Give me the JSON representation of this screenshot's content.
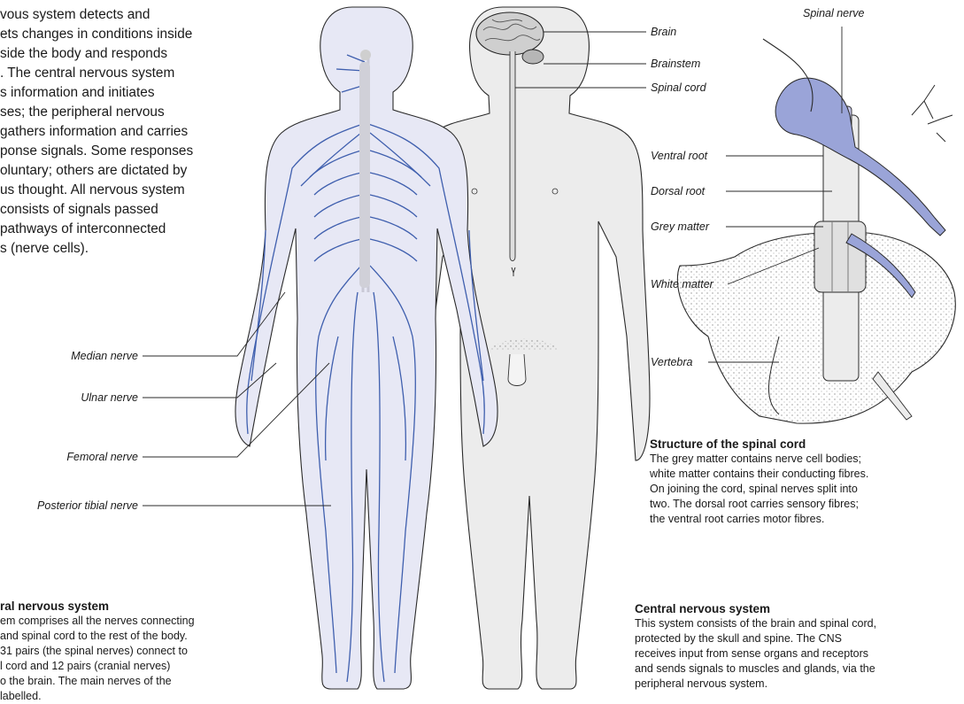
{
  "intro": "vous system detects and ets changes in conditions inside side the body and responds . The central nervous system s information and initiates ses; the peripheral nervous gathers information and carries ponse signals. Some responses oluntary; others are dictated by us thought. All nervous system consists of signals passed pathways of interconnected s (nerve cells).",
  "intro_lines": [
    "vous system detects and",
    "ets changes in conditions inside",
    "side the body and responds",
    ". The central nervous system",
    "s information and initiates",
    "ses; the peripheral nervous",
    "gathers information and carries",
    "ponse signals. Some responses",
    "oluntary; others are dictated by",
    "us thought. All nervous system",
    "consists of signals passed",
    " pathways of interconnected",
    "s (nerve cells)."
  ],
  "left_labels": {
    "median": "Median nerve",
    "ulnar": "Ulnar nerve",
    "femoral": "Femoral nerve",
    "tibial": "Posterior tibial nerve"
  },
  "cns_labels": {
    "brain": "Brain",
    "brainstem": "Brainstem",
    "spinal_cord": "Spinal cord"
  },
  "cord_labels": {
    "spinal_nerve": "Spinal nerve",
    "ventral_root": "Ventral root",
    "dorsal_root": "Dorsal root",
    "grey_matter": "Grey matter",
    "white_matter": "White matter",
    "vertebra": "Vertebra"
  },
  "captions": {
    "pns": {
      "title": "ral nervous system",
      "lines": [
        "em comprises all the nerves connecting",
        " and spinal cord to the rest of the body.",
        "31 pairs (the spinal nerves) connect to",
        "l cord and 12 pairs (cranial nerves)",
        "o the brain. The main nerves of the",
        " labelled."
      ]
    },
    "structure": {
      "title": "Structure of the spinal cord",
      "lines": [
        "The grey matter contains nerve cell bodies;",
        "white matter contains their conducting fibres.",
        "On joining the cord, spinal nerves split into",
        "two. The dorsal root carries sensory fibres;",
        "the ventral root carries motor fibres."
      ]
    },
    "cns": {
      "title": "Central nervous system",
      "lines": [
        "This system consists of the brain and spinal cord,",
        "protected by the skull and spine. The CNS",
        "receives input from sense organs and receptors",
        "and sends signals to muscles and glands, via the",
        "peripheral nervous system."
      ]
    }
  },
  "colors": {
    "nerve": "#3f5fae",
    "body_front": "#e7e8f5",
    "body_back": "#ececec",
    "brain": "#cfcfcf",
    "spinal_nerve": "#9aa4d8",
    "outline": "#2a2a2a"
  }
}
